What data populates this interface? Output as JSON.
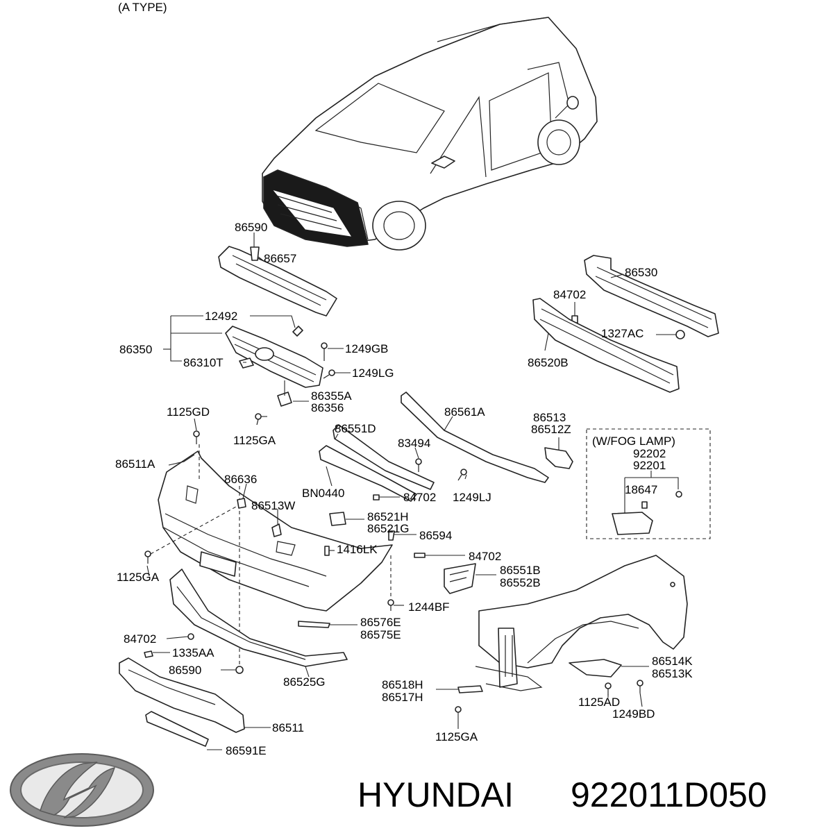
{
  "header": {
    "type_label": "(A TYPE)"
  },
  "fog_lamp_box": {
    "title": "(W/FOG LAMP)"
  },
  "footer": {
    "brand": "HYUNDAI",
    "part_number": "922011D050"
  },
  "logo": {
    "icon": "hyundai-logo-icon",
    "color": "#8a8a8a"
  },
  "parts": [
    "86590",
    "86657",
    "12492",
    "86350",
    "86310T",
    "1249GB",
    "1249LG",
    "86355A",
    "86356",
    "1125GD",
    "1125GA",
    "86511A",
    "86551D",
    "83494",
    "86561A",
    "86513",
    "86512Z",
    "86636",
    "86513W",
    "BN0440",
    "84702",
    "1249LJ",
    "86521H",
    "86521G",
    "86594",
    "1416LK",
    "1125GA",
    "84702",
    "86551B",
    "86552B",
    "1244BF",
    "86576E",
    "86575E",
    "84702",
    "1335AA",
    "86590",
    "86525G",
    "86511",
    "86591E",
    "86530",
    "84702",
    "1327AC",
    "86520B",
    "92202",
    "92201",
    "18647",
    "86518H",
    "86517H",
    "1125GA",
    "86514K",
    "86513K",
    "1125AD",
    "1249BD"
  ]
}
